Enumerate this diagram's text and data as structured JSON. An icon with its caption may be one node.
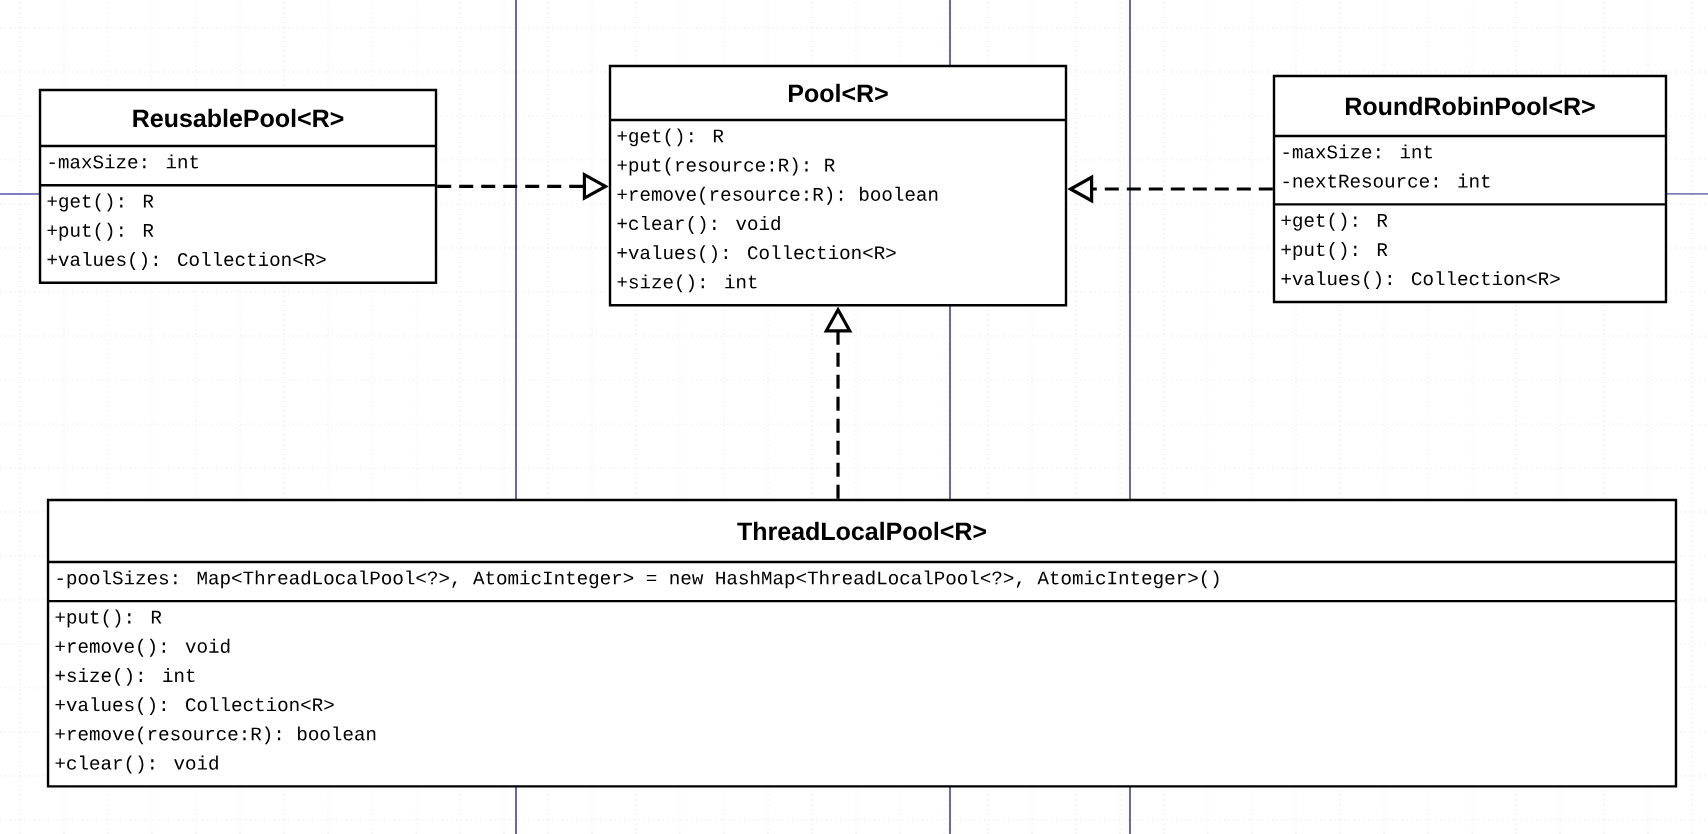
{
  "diagram": {
    "nodes": [
      {
        "text": [
          "ReusablePool<R>",
          "-maxSize: int",
          "+get(): R",
          "+put(): R",
          "+values(): Collection<R>"
        ]
      },
      {
        "text": [
          "Pool<R>",
          "+get(): R",
          "+put(resource:R): R",
          "+remove(resource:R): boolean",
          "+clear(): void",
          "+values(): Collection<R>",
          "+size(): int"
        ]
      },
      {
        "text": [
          "RoundRobinPool<R>",
          "-maxSize: int",
          "-nextResource: int",
          "+get(): R",
          "+put(): R",
          "+values(): Collection<R>"
        ]
      },
      {
        "text": [
          "ThreadLocalPool<R>",
          "-poolSizes: Map<ThreadLocalPool<?>, AtomicInteger> = new HashMap<ThreadLocalPool<?>, AtomicInteger>()",
          "+put(): R",
          "+remove(): void",
          "+size(): int",
          "+values(): Collection<R>",
          "+remove(resource:R): boolean",
          "+clear(): void"
        ]
      }
    ],
    "edges": [
      {
        "from": 0,
        "to": 1,
        "arrow": "to",
        "style": "dashed"
      },
      {
        "from": 2,
        "to": 1,
        "arrow": "to",
        "style": "dashed"
      },
      {
        "from": 3,
        "to": 1,
        "arrow": "to",
        "style": "dashed"
      }
    ]
  }
}
